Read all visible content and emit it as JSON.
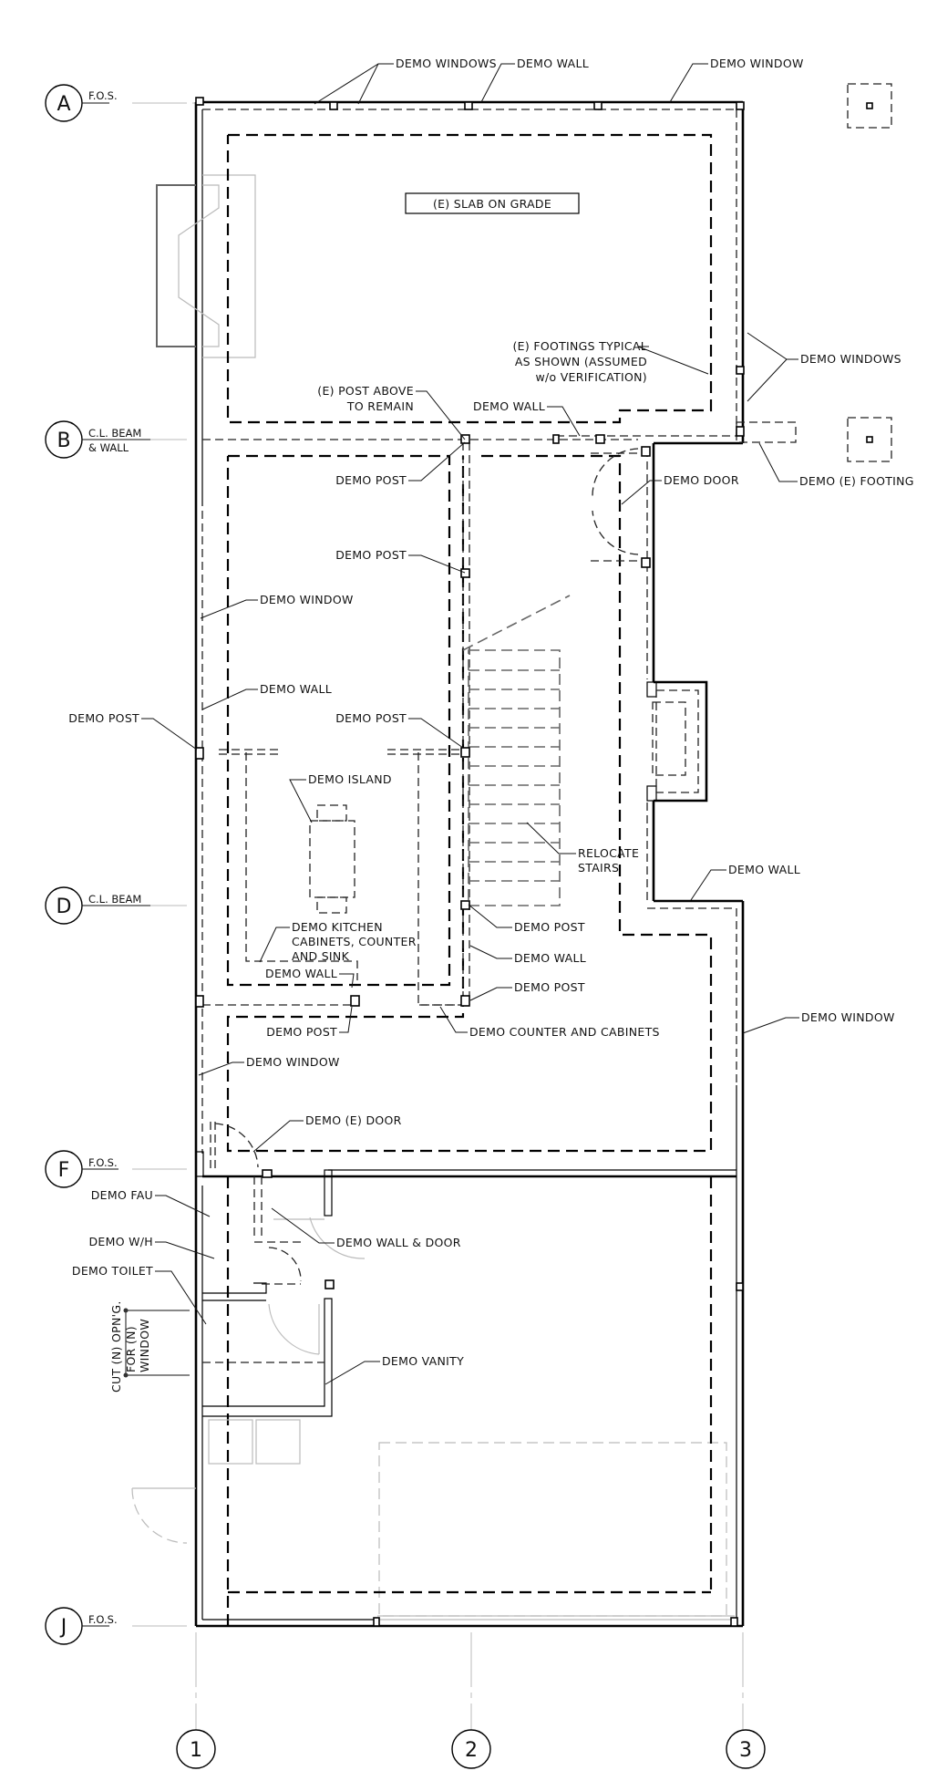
{
  "drawing": {
    "type": "Demolition floor plan",
    "grid_rows": [
      {
        "id": "A",
        "sub": [
          "F.O.S."
        ]
      },
      {
        "id": "B",
        "sub": [
          "C.L. BEAM",
          "& WALL"
        ]
      },
      {
        "id": "D",
        "sub": [
          "C.L. BEAM"
        ]
      },
      {
        "id": "F",
        "sub": [
          "F.O.S."
        ]
      },
      {
        "id": "J",
        "sub": [
          "F.O.S."
        ]
      }
    ],
    "grid_columns": [
      {
        "id": "1"
      },
      {
        "id": "2"
      },
      {
        "id": "3"
      }
    ],
    "slab_label": "(E) SLAB ON GRADE",
    "callouts": {
      "demo_windows_top": "DEMO WINDOWS",
      "demo_wall_top": "DEMO WALL",
      "demo_window_top": "DEMO WINDOW",
      "footings_typical": [
        "(E) FOOTINGS TYPICAL",
        "AS SHOWN (ASSUMED",
        "w/o VERIFICATION)"
      ],
      "demo_windows_right": "DEMO WINDOWS",
      "post_above": [
        "(E) POST ABOVE",
        "TO REMAIN"
      ],
      "demo_wall_b": "DEMO WALL",
      "demo_e_footing": "DEMO (E) FOOTING",
      "demo_post_1": "DEMO POST",
      "demo_door": "DEMO DOOR",
      "demo_post_2": "DEMO POST",
      "demo_window_left": "DEMO WINDOW",
      "demo_wall_left": "DEMO WALL",
      "demo_post_left": "DEMO POST",
      "demo_post_mid": "DEMO POST",
      "demo_island": "DEMO ISLAND",
      "relocate_stairs": [
        "RELOCATE",
        "STAIRS"
      ],
      "demo_wall_bump": "DEMO WALL",
      "demo_kitchen": [
        "DEMO KITCHEN",
        "CABINETS, COUNTER",
        "AND SINK"
      ],
      "demo_post_d": "DEMO POST",
      "demo_wall_d": "DEMO WALL",
      "demo_wall_kitchen": "DEMO WALL",
      "demo_post_kitchen_right": "DEMO POST",
      "demo_post_kitchen": "DEMO POST",
      "demo_counter": "DEMO COUNTER AND CABINETS",
      "demo_window_right_lower": "DEMO WINDOW",
      "demo_window_left_lower": "DEMO WINDOW",
      "demo_e_door": "DEMO (E) DOOR",
      "demo_fau": "DEMO FAU",
      "demo_wall_door": "DEMO WALL & DOOR",
      "demo_wh": "DEMO W/H",
      "demo_toilet": "DEMO TOILET",
      "cut_opening": [
        "CUT (N) OPN'G.",
        "FOR (N)",
        "WINDOW"
      ],
      "demo_vanity": "DEMO VANITY"
    }
  }
}
